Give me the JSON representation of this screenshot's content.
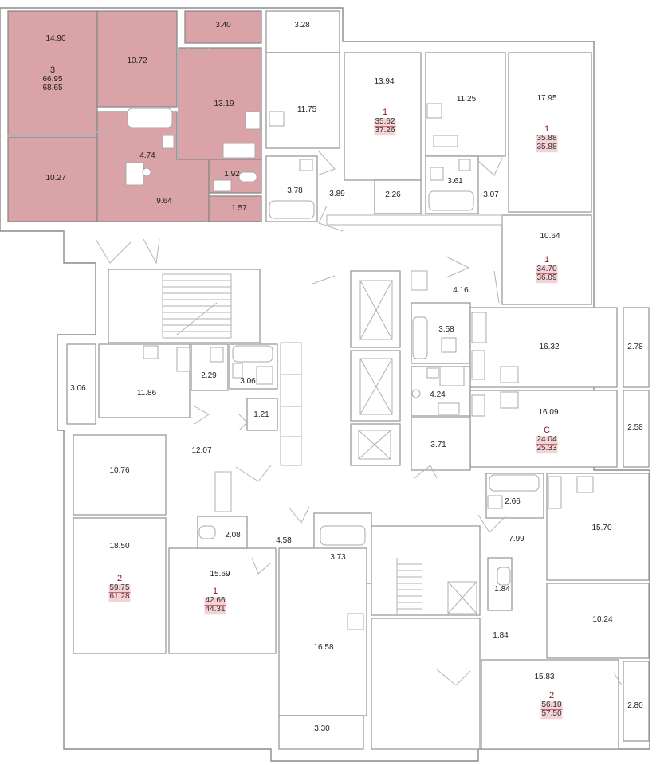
{
  "highlight_color": "#d9a3a7",
  "apartments": [
    {
      "id": "apt-3-left",
      "rooms": "3",
      "area_living": "66.95",
      "area_total": "68.65",
      "selected": true
    },
    {
      "id": "apt-1-top-a",
      "rooms": "1",
      "area_living": "35.62",
      "area_total": "37.26"
    },
    {
      "id": "apt-1-top-b",
      "rooms": "1",
      "area_living": "35.88",
      "area_total": "35.88"
    },
    {
      "id": "apt-1-right",
      "rooms": "1",
      "area_living": "34.70",
      "area_total": "36.09"
    },
    {
      "id": "apt-studio",
      "rooms": "С",
      "area_living": "24.04",
      "area_total": "25.33"
    },
    {
      "id": "apt-2-left",
      "rooms": "2",
      "area_living": "59.75",
      "area_total": "61.28"
    },
    {
      "id": "apt-1-bottom",
      "rooms": "1",
      "area_living": "42.66",
      "area_total": "44.31"
    },
    {
      "id": "apt-2-right",
      "rooms": "2",
      "area_living": "56.10",
      "area_total": "57.50"
    }
  ],
  "rooms": [
    "14.90",
    "10.72",
    "3.40",
    "3.28",
    "13.19",
    "4.74",
    "10.27",
    "9.64",
    "1.92",
    "1.57",
    "11.75",
    "3.78",
    "13.94",
    "3.89",
    "2.26",
    "11.25",
    "3.61",
    "3.07",
    "17.95",
    "10.64",
    "4.16",
    "3.58",
    "16.32",
    "2.78",
    "4.24",
    "16.09",
    "2.58",
    "3.71",
    "3.06",
    "11.86",
    "2.29",
    "3.06",
    "1.21",
    "12.07",
    "10.76",
    "18.50",
    "2.08",
    "4.58",
    "3.73",
    "15.69",
    "16.58",
    "3.30",
    "2.66",
    "7.99",
    "15.70",
    "1.84",
    "1.84",
    "10.24",
    "15.83",
    "2.80"
  ]
}
